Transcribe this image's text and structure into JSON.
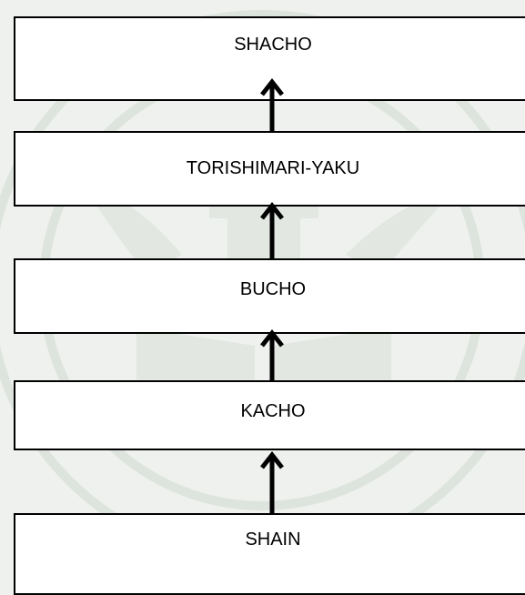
{
  "diagram": {
    "levels": [
      {
        "label": "SHACHO"
      },
      {
        "label": "TORISHIMARI-YAKU"
      },
      {
        "label": "BUCHO"
      },
      {
        "label": "KACHO"
      },
      {
        "label": "SHAIN"
      }
    ],
    "colors": {
      "background": "#eef1ee",
      "box_fill": "#ffffff",
      "box_border": "#000000",
      "arrow": "#000000",
      "watermark": "#e3e8e3"
    },
    "connector_direction": "upward"
  }
}
